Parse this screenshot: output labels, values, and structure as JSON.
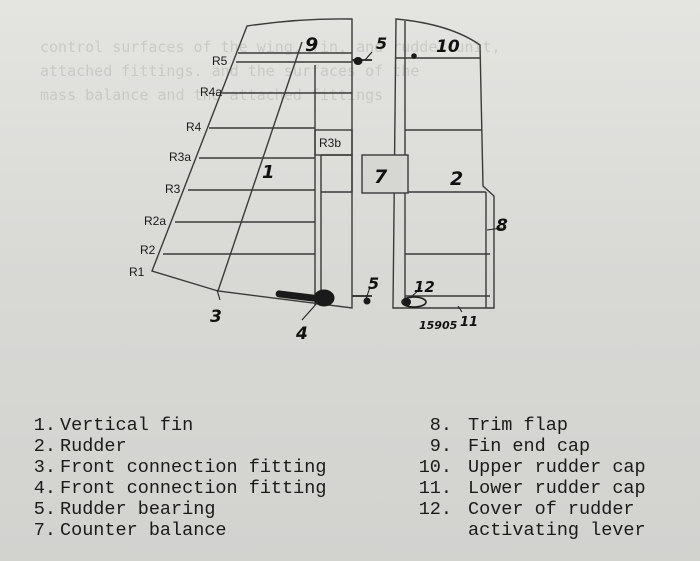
{
  "background_text": [
    "control surfaces of the wing, fin. and rudder unit,",
    "attached fittings. and the surfaces of the",
    "mass balance and the attached fittings"
  ],
  "diagram": {
    "rib_labels": {
      "r5": "R5",
      "r4a": "R4a",
      "r4": "R4",
      "r3a": "R3a",
      "r3": "R3",
      "r2a": "R2a",
      "r2": "R2",
      "r1": "R1",
      "r3b": "R3b"
    },
    "callouts": {
      "c1": "1",
      "c2": "2",
      "c3": "3",
      "c4": "4",
      "c5_top": "5",
      "c5_bottom": "5",
      "c7": "7",
      "c8": "8",
      "c9": "9",
      "c10": "10",
      "c11": "11",
      "c12": "12"
    },
    "drawing_number": "15905"
  },
  "legend": {
    "left": [
      {
        "num": "1.",
        "text": "Vertical fin"
      },
      {
        "num": "2.",
        "text": "Rudder"
      },
      {
        "num": "3.",
        "text": "Front connection fitting"
      },
      {
        "num": "4.",
        "text": "Front connection fitting"
      },
      {
        "num": "5.",
        "text": "Rudder bearing"
      },
      {
        "num": "7.",
        "text": "Counter balance"
      }
    ],
    "right": [
      {
        "num": "8.",
        "text": "Trim flap"
      },
      {
        "num": "9.",
        "text": "Fin end cap"
      },
      {
        "num": "10.",
        "text": "Upper rudder cap"
      },
      {
        "num": "11.",
        "text": "Lower rudder cap"
      },
      {
        "num": "12.",
        "text": "Cover of rudder"
      },
      {
        "num": "",
        "text": "activating lever"
      }
    ]
  }
}
